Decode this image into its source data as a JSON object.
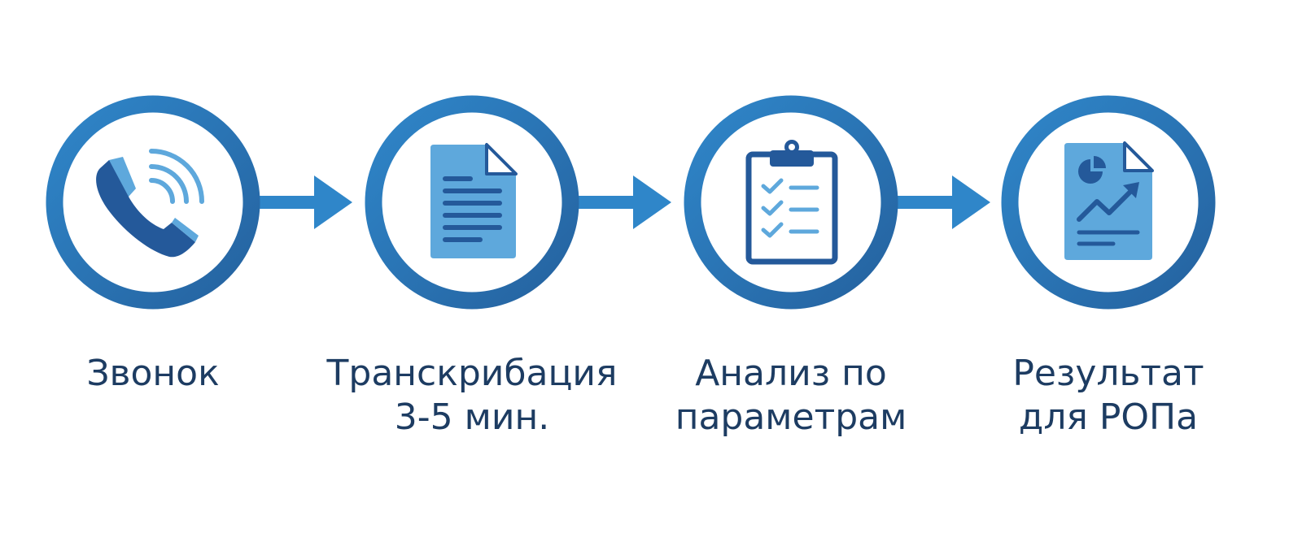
{
  "colors": {
    "ring_light": "#2f86c9",
    "ring_dark": "#25629f",
    "icon_dark": "#24599a",
    "icon_light": "#5ea8dc",
    "arrow": "#2f86c9",
    "label": "#1d3c62",
    "background": "#ffffff"
  },
  "steps": [
    {
      "icon": "phone-icon",
      "label_lines": [
        "Звонок"
      ]
    },
    {
      "icon": "document-icon",
      "label_lines": [
        "Транскрибация",
        "3-5 мин."
      ]
    },
    {
      "icon": "clipboard-checklist-icon",
      "label_lines": [
        "Анализ по",
        "параметрам"
      ]
    },
    {
      "icon": "report-chart-icon",
      "label_lines": [
        "Результат",
        "для РОПа"
      ]
    }
  ],
  "connectors": [
    {
      "from": 0,
      "to": 1,
      "icon": "arrow-right-icon"
    },
    {
      "from": 1,
      "to": 2,
      "icon": "arrow-right-icon"
    },
    {
      "from": 2,
      "to": 3,
      "icon": "arrow-right-icon"
    }
  ]
}
